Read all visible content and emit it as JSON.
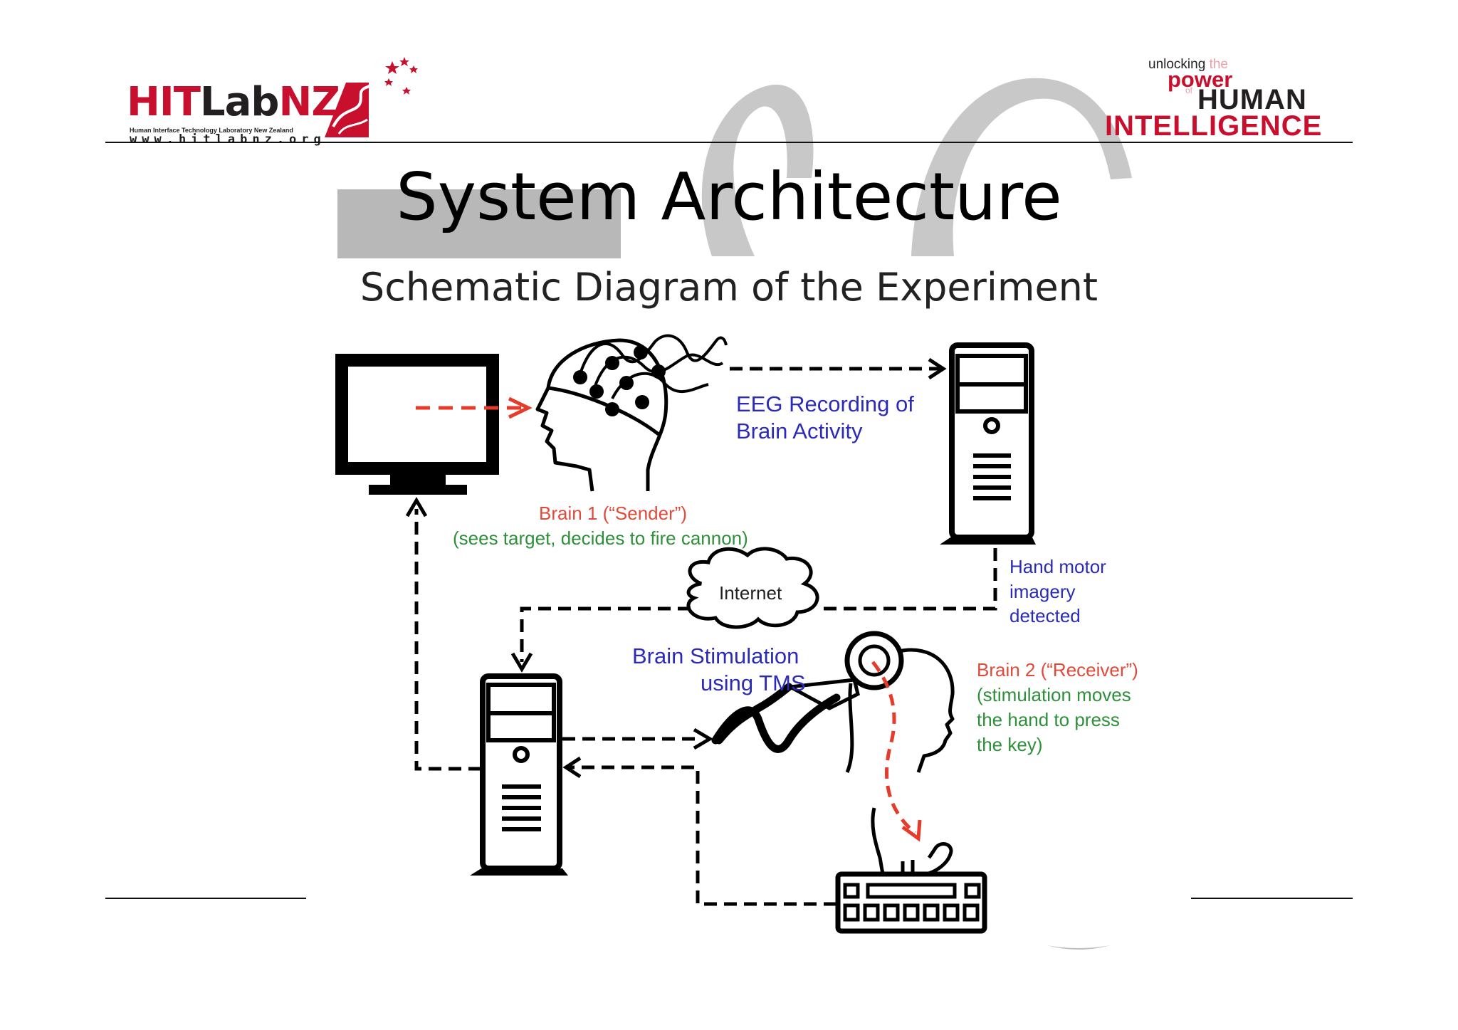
{
  "header": {
    "left_logo": {
      "part1": "HIT",
      "part2": "Lab",
      "part3": "NZ",
      "tagline": "Human Interface Technology Laboratory New Zealand",
      "url": "www.hitlabnz.org"
    },
    "right_logo": {
      "line1a": "unlocking",
      "line1b": "the",
      "line2": "power",
      "line3": "of",
      "line4": "HUMAN",
      "line5": "INTELLIGENCE"
    }
  },
  "slide": {
    "title": "System Architecture",
    "subtitle": "Schematic Diagram of the Experiment"
  },
  "diagram": {
    "eeg_label_1": "EEG Recording of",
    "eeg_label_2": "Brain Activity",
    "sender_label": "Brain 1 (“Sender”)",
    "sender_desc": "(sees target, decides to fire cannon)",
    "internet_label": "Internet",
    "hand_motor_1": "Hand motor",
    "hand_motor_2": "imagery",
    "hand_motor_3": "detected",
    "stim_label_1": "Brain Stimulation",
    "stim_label_2": "using TMS",
    "receiver_label": "Brain 2 (“Receiver”)",
    "receiver_desc_1": "(stimulation moves",
    "receiver_desc_2": "the hand to press",
    "receiver_desc_3": "the key)"
  },
  "colors": {
    "brand_red": "#c8102e",
    "label_blue": "#2b2bb8",
    "label_red": "#e04a3a",
    "label_green": "#2f8f3a",
    "swoosh_gray": "#b8b8b8"
  }
}
